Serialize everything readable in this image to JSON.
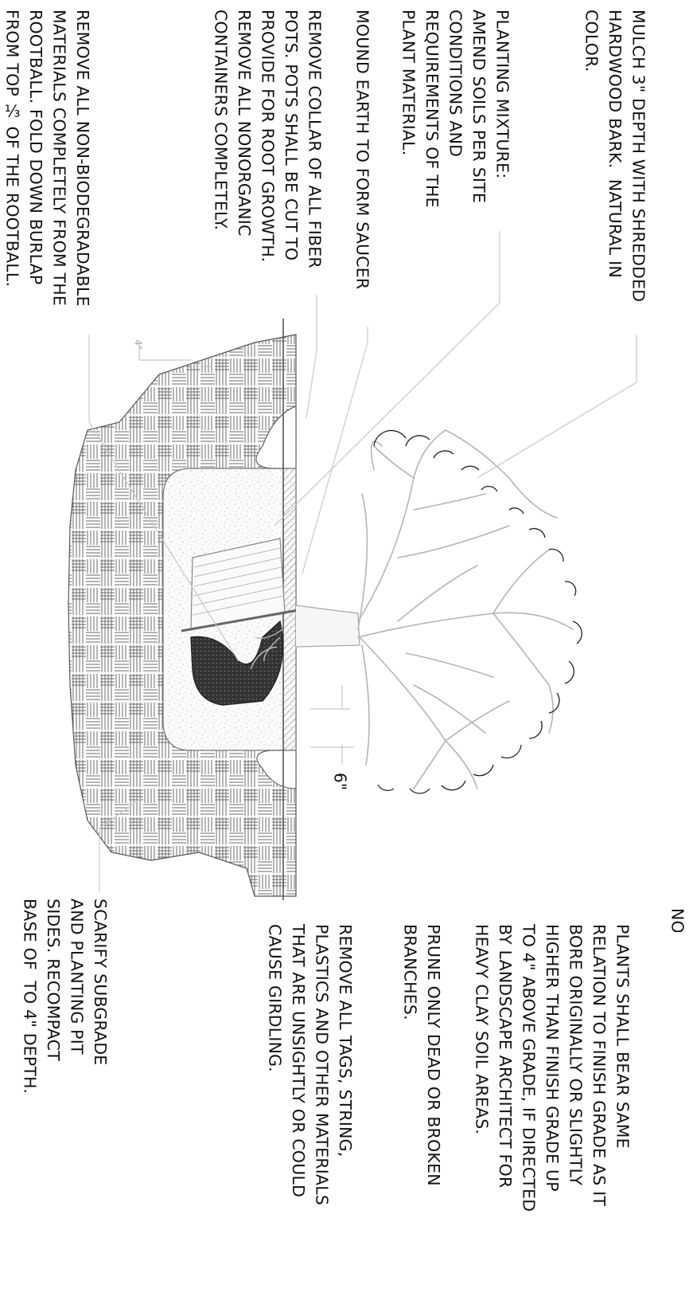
{
  "notes_header": "NOTE:",
  "callouts": {
    "mulch": "MULCH 3\" DEPTH WITH SHREDDED\nHARDWOOD BARK.  NATURAL IN\nCOLOR.",
    "planting_mixture": "PLANTING MIXTURE:\nAMEND SOILS PER SITE\nCONDITIONS AND\nREQUIREMENTS OF THE\nPLANT MATERIAL.",
    "mound": "MOUND EARTH TO FORM SAUCER",
    "collar": "REMOVE COLLAR OF ALL FIBER\nPOTS. POTS SHALL BE CUT TO\nPROVIDE FOR ROOT GROWTH.\nREMOVE ALL NONORGANIC\nCONTAINERS COMPLETELY.",
    "nonbio": "REMOVE ALL NON-BIODEGRADABLE\nMATERIALS COMPLETELY FROM THE\nROOTBALL. FOLD DOWN BURLAP\nFROM TOP ⅓ OF THE ROOTBALL.",
    "grade": "PLANTS SHALL BEAR SAME\nRELATION TO FINISH GRADE AS IT\nBORE ORIGINALLY OR SLIGHTLY\nHIGHER THAN FINISH GRADE UP\nTO 4\" ABOVE GRADE, IF DIRECTED\nBY LANDSCAPE ARCHITECT FOR\nHEAVY CLAY SOIL AREAS.",
    "prune": "PRUNE ONLY DEAD OR BROKEN\nBRANCHES.",
    "tags": "REMOVE ALL TAGS, STRING,\nPLASTICS AND OTHER MATERIALS\nTHAT ARE UNSIGHTLY OR COULD\nCAUSE GIRDLING.",
    "scarify": "SCARIFY SUBGRADE\nAND PLANTING PIT\nSIDES. RECOMPACT\nBASE OF  TO 4\" DEPTH."
  },
  "dimensions": {
    "saucer_height": "6\"",
    "grade_dim": "4\""
  },
  "colors": {
    "ink": "#111111",
    "leader": "#c8c8c8",
    "tree": "#b5b5b5",
    "soil_hatch": "#666666",
    "rootball": "#3a3a3a"
  }
}
